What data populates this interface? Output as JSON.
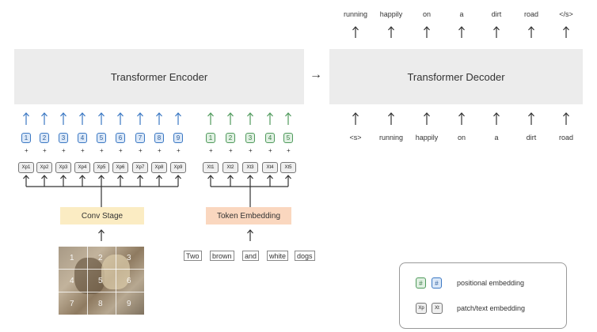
{
  "encoder": {
    "title": "Transformer Encoder"
  },
  "decoder": {
    "title": "Transformer Decoder"
  },
  "decoder_outputs": [
    "running",
    "happily",
    "on",
    "a",
    "dirt",
    "road",
    "</s>"
  ],
  "decoder_inputs": [
    "<s>",
    "running",
    "happily",
    "on",
    "a",
    "dirt",
    "road"
  ],
  "patch_positions": [
    "1",
    "2",
    "3",
    "4",
    "5",
    "6",
    "7",
    "8",
    "9"
  ],
  "patch_embeddings": [
    "Xp1",
    "Xp2",
    "Xp3",
    "Xp4",
    "Xp5",
    "Xp6",
    "Xp7",
    "Xp8",
    "Xp9"
  ],
  "text_positions": [
    "1",
    "2",
    "3",
    "4",
    "5"
  ],
  "text_embeddings": [
    "Xt1",
    "Xt2",
    "Xt3",
    "Xt4",
    "Xt5"
  ],
  "plus_sign": "+",
  "conv_stage": {
    "label": "Conv Stage",
    "color": "#fbecc3"
  },
  "token_embedding": {
    "label": "Token Embedding",
    "color": "#fad7bf"
  },
  "input_words": [
    "Two",
    "brown",
    "and",
    "white",
    "dogs"
  ],
  "image_patch_numbers": [
    "1",
    "2",
    "3",
    "4",
    "5",
    "6",
    "7",
    "8",
    "9"
  ],
  "arrow_glyph": "→",
  "colors": {
    "encoder_arrows": "#3b78c3",
    "text_arrows": "#4f9a5c",
    "block_bg": "#ececec"
  },
  "legend": {
    "pos_blue": "#",
    "pos_green": "#",
    "positional_label": "positional embedding",
    "patch_xp": "Xp",
    "patch_xt": "Xt",
    "patch_label": "patch/text embedding"
  }
}
